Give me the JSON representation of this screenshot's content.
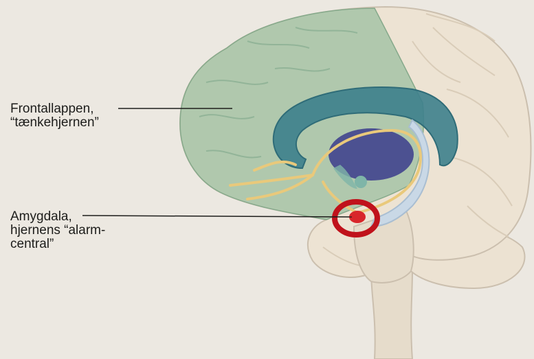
{
  "labels": {
    "frontal_lobe": {
      "line1": "Frontallappen,",
      "line2": "“tænkehjernen”"
    },
    "amygdala": {
      "line1": "Amygdala,",
      "line2": "hjernens “alarm-",
      "line3": "central”"
    }
  },
  "colors": {
    "background": "#ece8e1",
    "brain_tissue": "#ede3d3",
    "brain_outline": "#cbbfae",
    "frontal_lobe": "#9fc0a3",
    "corpus_callosum": "#3d7f8c",
    "thalamus": "#3b3c8c",
    "fornix": "#e9c97b",
    "hippocampus": "#c9d8e6",
    "amygdala": "#d8262b",
    "highlight_ring": "#c0121b",
    "leader_line": "#1d1d1b"
  }
}
